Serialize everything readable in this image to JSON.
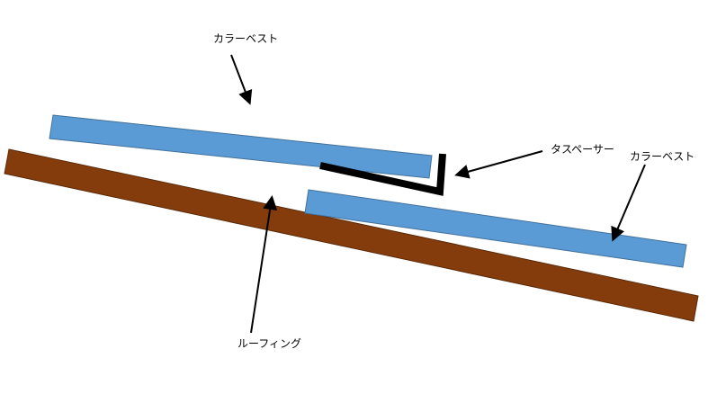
{
  "labels": {
    "colorbest_top": "カラーベスト",
    "spacer": "タスペーサー",
    "colorbest_right": "カラーベスト",
    "roofing": "ルーフィング"
  },
  "colors": {
    "shingle_fill": "#5b9bd5",
    "shingle_stroke": "#41719c",
    "roofing_fill": "#843c0c",
    "roofing_stroke": "#5a2a08",
    "spacer": "#000000",
    "arrow": "#000000"
  }
}
